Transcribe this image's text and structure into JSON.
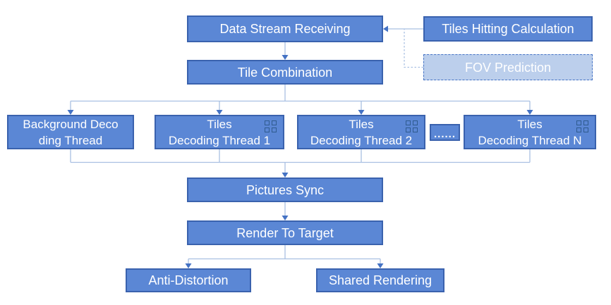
{
  "diagram": {
    "type": "flowchart",
    "nodes": {
      "data_stream_receiving": {
        "label": "Data Stream Receiving"
      },
      "tiles_hitting_calculation": {
        "label": "Tiles Hitting Calculation"
      },
      "fov_prediction": {
        "label": "FOV Prediction",
        "style": "light-dashed"
      },
      "tile_combination": {
        "label": "Tile Combination"
      },
      "background_decoding_thread": {
        "label": "Background Decoding Thread",
        "line1": "Background Deco",
        "line2": "ding Thread"
      },
      "tiles_decoding_thread_1": {
        "label": "Tiles Decoding Thread 1",
        "line1": "Tiles",
        "line2": "Decoding Thread 1",
        "icon": "tiles-grid-icon"
      },
      "tiles_decoding_thread_2": {
        "label": "Tiles Decoding Thread 2",
        "line1": "Tiles",
        "line2": "Decoding Thread 2",
        "icon": "tiles-grid-icon"
      },
      "ellipsis": {
        "label": "......"
      },
      "tiles_decoding_thread_n": {
        "label": "Tiles Decoding Thread N",
        "line1": "Tiles",
        "line2": "Decoding Thread N",
        "icon": "tiles-grid-icon"
      },
      "pictures_sync": {
        "label": "Pictures Sync"
      },
      "render_to_target": {
        "label": "Render To Target"
      },
      "anti_distortion": {
        "label": "Anti-Distortion"
      },
      "shared_rendering": {
        "label": "Shared Rendering"
      }
    },
    "edges": [
      "tiles_hitting_calculation -> data_stream_receiving",
      "fov_prediction -> data_stream_receiving (dashed elbow)",
      "data_stream_receiving -> tile_combination",
      "tile_combination -> background_decoding_thread",
      "tile_combination -> tiles_decoding_thread_1",
      "tile_combination -> tiles_decoding_thread_2",
      "tile_combination -> tiles_decoding_thread_n",
      "background_decoding_thread -> pictures_sync",
      "tiles_decoding_thread_1 -> pictures_sync",
      "tiles_decoding_thread_2 -> pictures_sync",
      "tiles_decoding_thread_n -> pictures_sync",
      "pictures_sync -> render_to_target",
      "render_to_target -> anti_distortion",
      "render_to_target -> shared_rendering"
    ],
    "colors": {
      "box_fill": "#5b87d5",
      "box_border": "#3a62ae",
      "light_box_fill": "#bccfec",
      "dashed_border": "#4472c4",
      "connector_line": "#a9c0e2",
      "arrowhead": "#4472c4",
      "text": "#ffffff",
      "grid_icon": "#2f5b8f"
    }
  }
}
